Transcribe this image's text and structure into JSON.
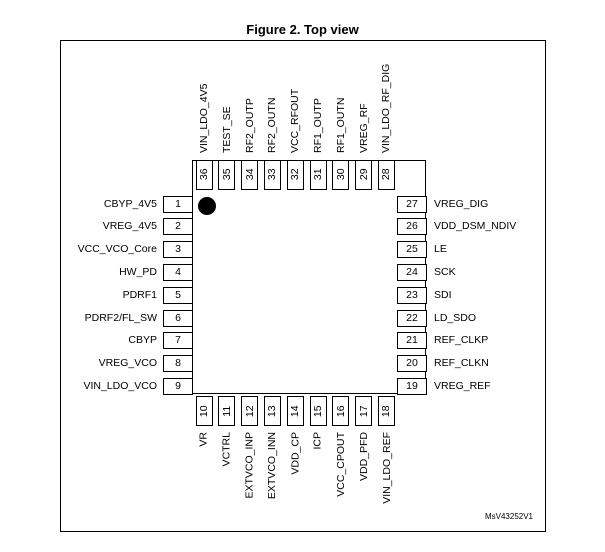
{
  "title": "Figure 2. Top view",
  "reference": "MsV43252V1",
  "pins": {
    "left": [
      {
        "num": "1",
        "name": "CBYP_4V5"
      },
      {
        "num": "2",
        "name": "VREG_4V5"
      },
      {
        "num": "3",
        "name": "VCC_VCO_Core"
      },
      {
        "num": "4",
        "name": "HW_PD"
      },
      {
        "num": "5",
        "name": "PDRF1"
      },
      {
        "num": "6",
        "name": "PDRF2/FL_SW"
      },
      {
        "num": "7",
        "name": "CBYP"
      },
      {
        "num": "8",
        "name": "VREG_VCO"
      },
      {
        "num": "9",
        "name": "VIN_LDO_VCO"
      }
    ],
    "bottom": [
      {
        "num": "10",
        "name": "VR"
      },
      {
        "num": "11",
        "name": "VCTRL"
      },
      {
        "num": "12",
        "name": "EXTVCO_INP"
      },
      {
        "num": "13",
        "name": "EXTVCO_INN"
      },
      {
        "num": "14",
        "name": "VDD_CP"
      },
      {
        "num": "15",
        "name": "ICP"
      },
      {
        "num": "16",
        "name": "VCC_CPOUT"
      },
      {
        "num": "17",
        "name": "VDD_PFD"
      },
      {
        "num": "18",
        "name": "VIN_LDO_REF"
      }
    ],
    "right": [
      {
        "num": "19",
        "name": "VREG_REF"
      },
      {
        "num": "20",
        "name": "REF_CLKN"
      },
      {
        "num": "21",
        "name": "REF_CLKP"
      },
      {
        "num": "22",
        "name": "LD_SDO"
      },
      {
        "num": "23",
        "name": "SDI"
      },
      {
        "num": "24",
        "name": "SCK"
      },
      {
        "num": "25",
        "name": "LE"
      },
      {
        "num": "26",
        "name": "VDD_DSM_NDIV"
      },
      {
        "num": "27",
        "name": "VREG_DIG"
      }
    ],
    "top": [
      {
        "num": "28",
        "name": "VIN_LDO_RF_DIG"
      },
      {
        "num": "29",
        "name": "VREG_RF"
      },
      {
        "num": "30",
        "name": "RF1_OUTN"
      },
      {
        "num": "31",
        "name": "RF1_OUTP"
      },
      {
        "num": "32",
        "name": "VCC_RFOUT"
      },
      {
        "num": "33",
        "name": "RF2_OUTN"
      },
      {
        "num": "34",
        "name": "RF2_OUTP"
      },
      {
        "num": "35",
        "name": "TEST_SE"
      },
      {
        "num": "36",
        "name": "VIN_LDO_4V5"
      }
    ]
  }
}
